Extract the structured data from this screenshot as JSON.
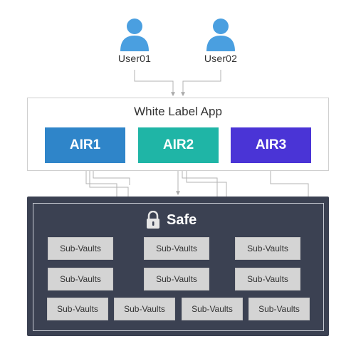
{
  "users": [
    {
      "label": "User01"
    },
    {
      "label": "User02"
    }
  ],
  "app": {
    "title": "White Label App",
    "airs": [
      {
        "label": "AIR1",
        "color": "#2f85c9"
      },
      {
        "label": "AIR2",
        "color": "#1fb5a6"
      },
      {
        "label": "AIR3",
        "color": "#4a34d6"
      }
    ]
  },
  "safe": {
    "title": "Safe",
    "vault_label": "Sub-Vaults"
  },
  "colors": {
    "user_icon": "#4a9fe0",
    "safe_bg": "#3b4152",
    "connector": "#b0b0b0"
  }
}
